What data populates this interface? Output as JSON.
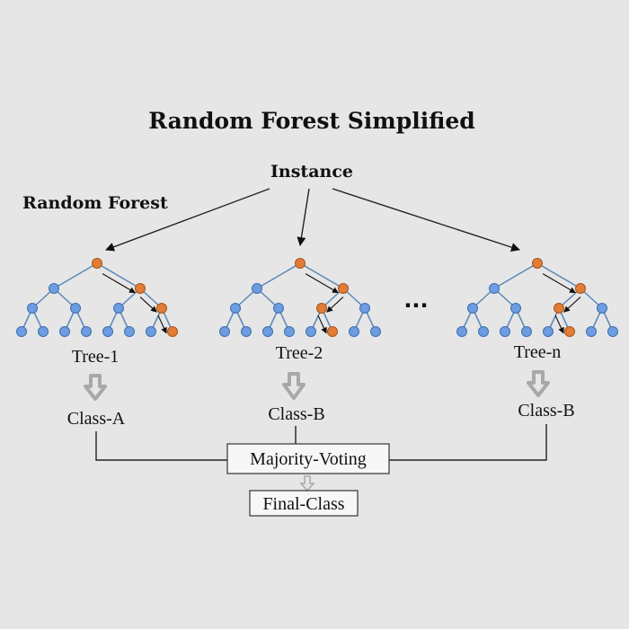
{
  "title": "Random Forest Simplified",
  "instance_label": "Instance",
  "forest_label": "Random Forest",
  "ellipsis": "...",
  "trees": [
    {
      "name": "Tree-1",
      "class_label": "Class-A"
    },
    {
      "name": "Tree-2",
      "class_label": "Class-B"
    },
    {
      "name": "Tree-n",
      "class_label": "Class-B"
    }
  ],
  "majority_label": "Majority-Voting",
  "final_label": "Final-Class",
  "colors": {
    "background": "#e6e6e6",
    "node_default": "#6d9de0",
    "node_path": "#e07c36",
    "edge": "#5a88b8",
    "down_arrow": "#a8a8a8"
  }
}
